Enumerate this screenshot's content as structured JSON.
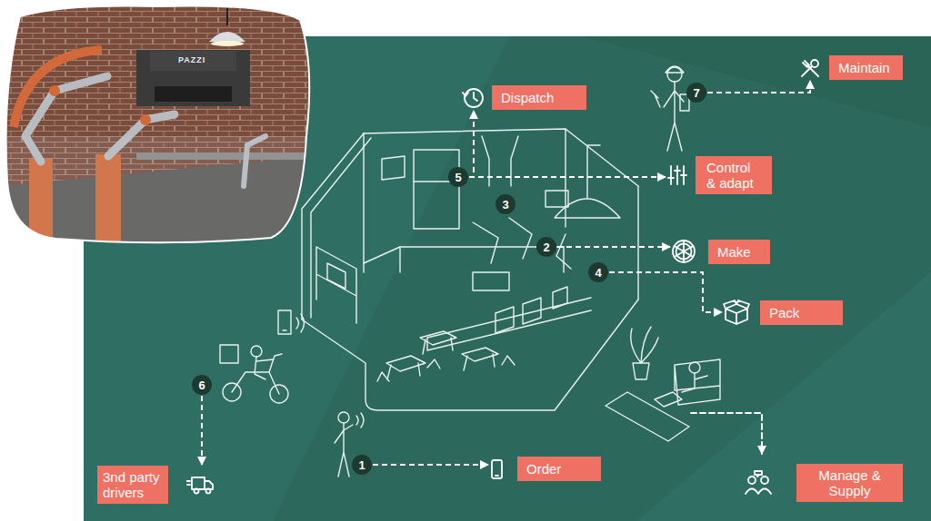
{
  "diagram": {
    "nodes": [
      {
        "text": [
          "Dispatch"
        ]
      },
      {
        "text": [
          "7"
        ]
      },
      {
        "text": [
          "Maintain"
        ]
      },
      {
        "text": [
          "5"
        ]
      },
      {
        "text": [
          "3"
        ]
      },
      {
        "text": [
          "Control & adapt"
        ]
      },
      {
        "text": [
          "2"
        ]
      },
      {
        "text": [
          "Make"
        ]
      },
      {
        "text": [
          "4"
        ]
      },
      {
        "text": [
          "Pack"
        ]
      },
      {
        "text": [
          "6"
        ]
      },
      {
        "text": [
          "1"
        ]
      },
      {
        "text": [
          "Order"
        ]
      },
      {
        "text": [
          "3nd party drivers"
        ]
      },
      {
        "text": [
          "Manage & Supply"
        ]
      }
    ],
    "edges": [
      {
        "from": 1,
        "to": 2,
        "arrow": "to"
      },
      {
        "from": 3,
        "to": 0,
        "arrow": "to"
      },
      {
        "from": 3,
        "to": 5,
        "arrow": "to"
      },
      {
        "from": 6,
        "to": 7,
        "arrow": "to"
      },
      {
        "from": 8,
        "to": 9,
        "arrow": "to"
      },
      {
        "from": 10,
        "to": 13,
        "arrow": "to"
      },
      {
        "from": 11,
        "to": 12,
        "arrow": "to"
      }
    ],
    "labels": [
      "PAZZI"
    ]
  }
}
